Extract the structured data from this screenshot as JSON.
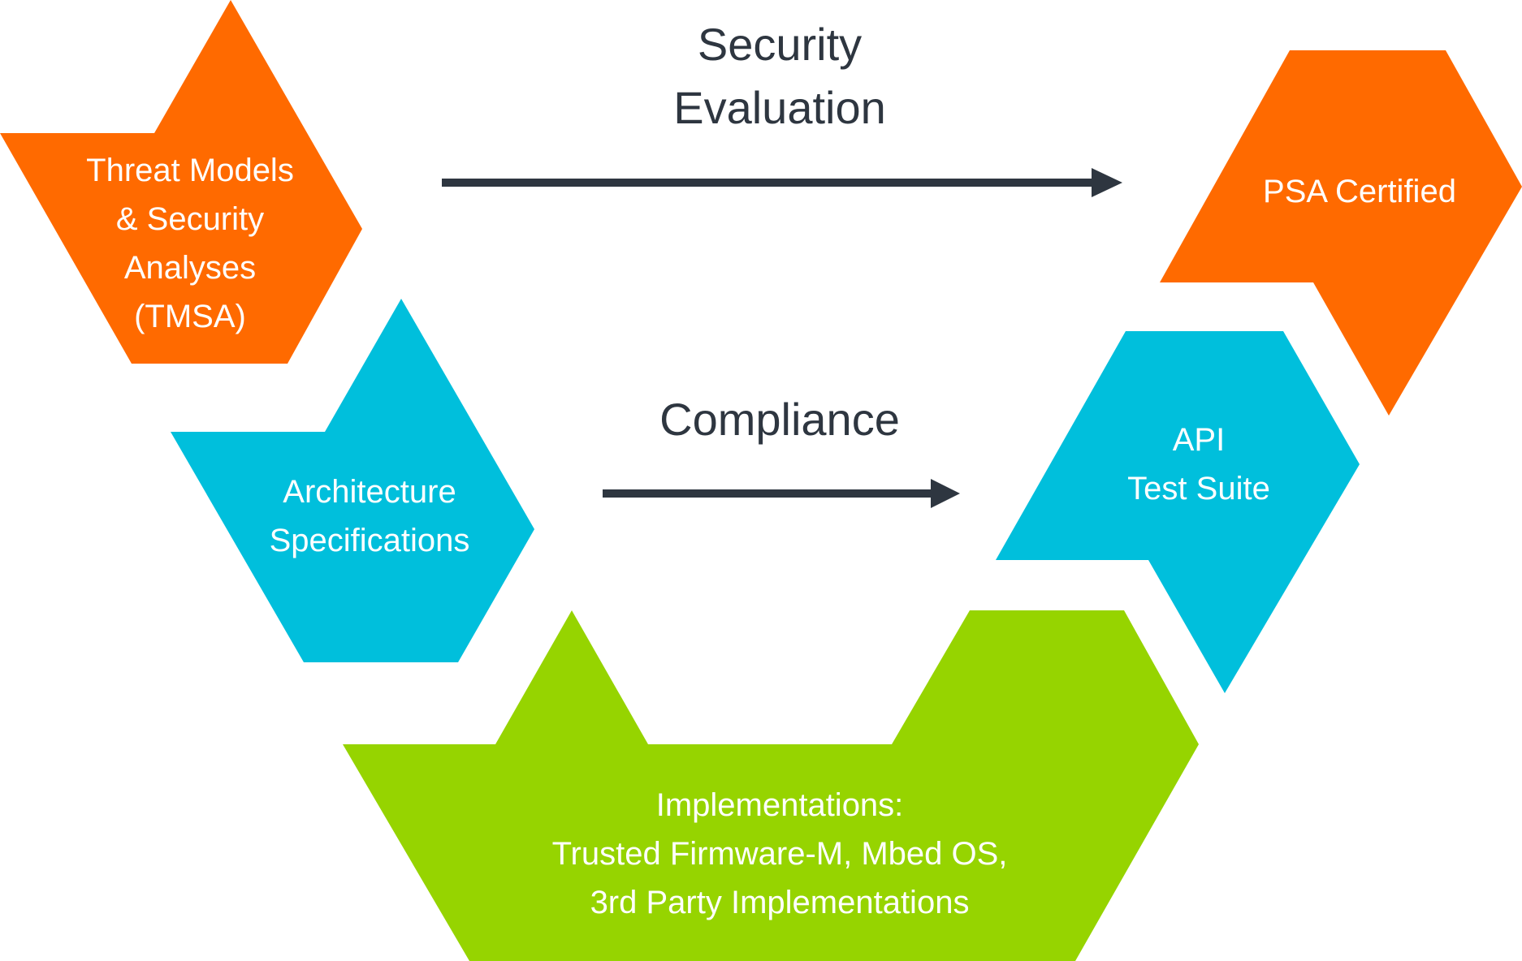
{
  "colors": {
    "orange": "#ff6a00",
    "blue": "#00bfdc",
    "green": "#96d400",
    "arrow": "#2e3640",
    "text_light": "#ffffff",
    "text_dark": "#2e3640"
  },
  "flows": {
    "security_evaluation": {
      "line1": "Security",
      "line2": "Evaluation"
    },
    "compliance": {
      "label": "Compliance"
    }
  },
  "nodes": {
    "tmsa": {
      "line1": "Threat Models",
      "line2": "& Security",
      "line3": "Analyses",
      "line4": "(TMSA)"
    },
    "architecture": {
      "line1": "Architecture",
      "line2": "Specifications"
    },
    "psa": {
      "label": "PSA Certified"
    },
    "api": {
      "line1": "API",
      "line2": "Test Suite"
    },
    "implementations": {
      "line1": "Implementations:",
      "line2": "Trusted Firmware-M, Mbed OS,",
      "line3": "3rd Party Implementations"
    }
  }
}
